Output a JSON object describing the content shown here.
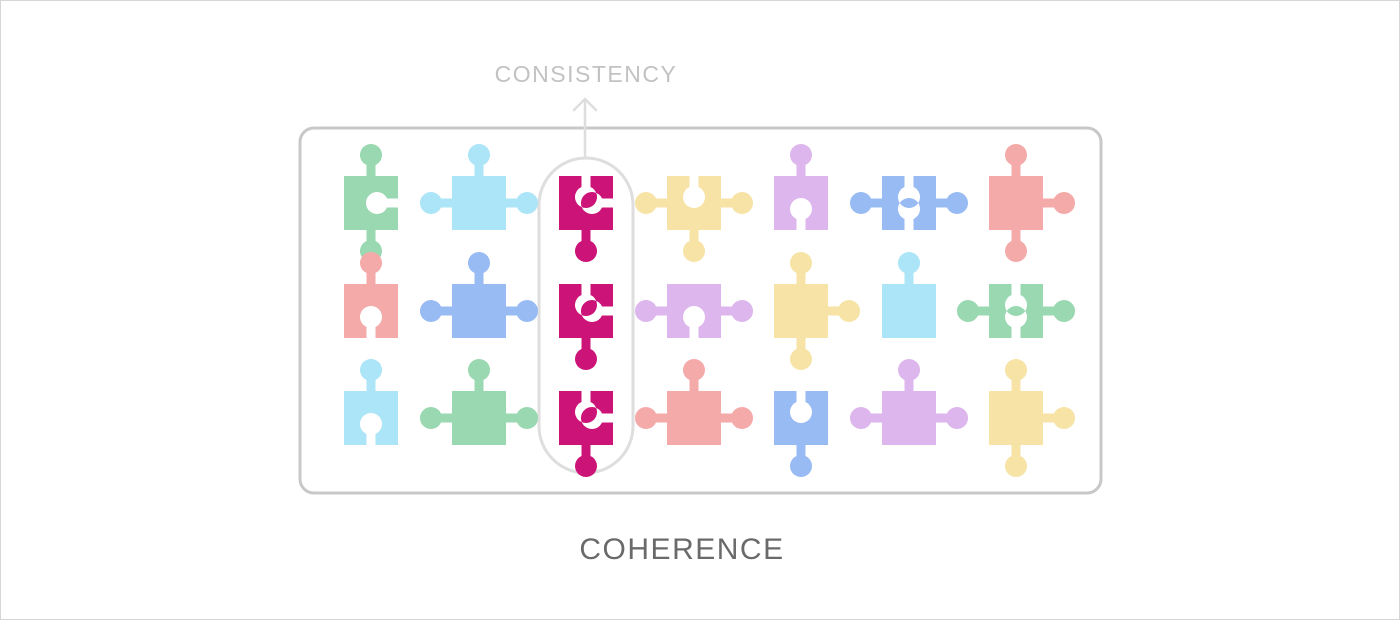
{
  "labels": {
    "top": "CONSISTENCY",
    "bottom": "COHERENCE"
  },
  "colors": {
    "green": "#99d8b0",
    "cyan": "#abe5f7",
    "magenta": "#cc1377",
    "yellow": "#f7e3a5",
    "lavender": "#dcb6ec",
    "blue": "#98bbf3",
    "pink": "#f5aaaa",
    "frame": "#c8c8c8",
    "highlight": "#dedede"
  },
  "grid": {
    "rows": 3,
    "columns": 7,
    "pieces": [
      [
        "green",
        "cyan",
        "magenta",
        "yellow",
        "lavender",
        "blue",
        "pink"
      ],
      [
        "pink",
        "blue",
        "magenta",
        "lavender",
        "yellow",
        "cyan",
        "green"
      ],
      [
        "cyan",
        "green",
        "magenta",
        "pink",
        "blue",
        "lavender",
        "yellow"
      ]
    ],
    "highlighted_column": 3
  }
}
